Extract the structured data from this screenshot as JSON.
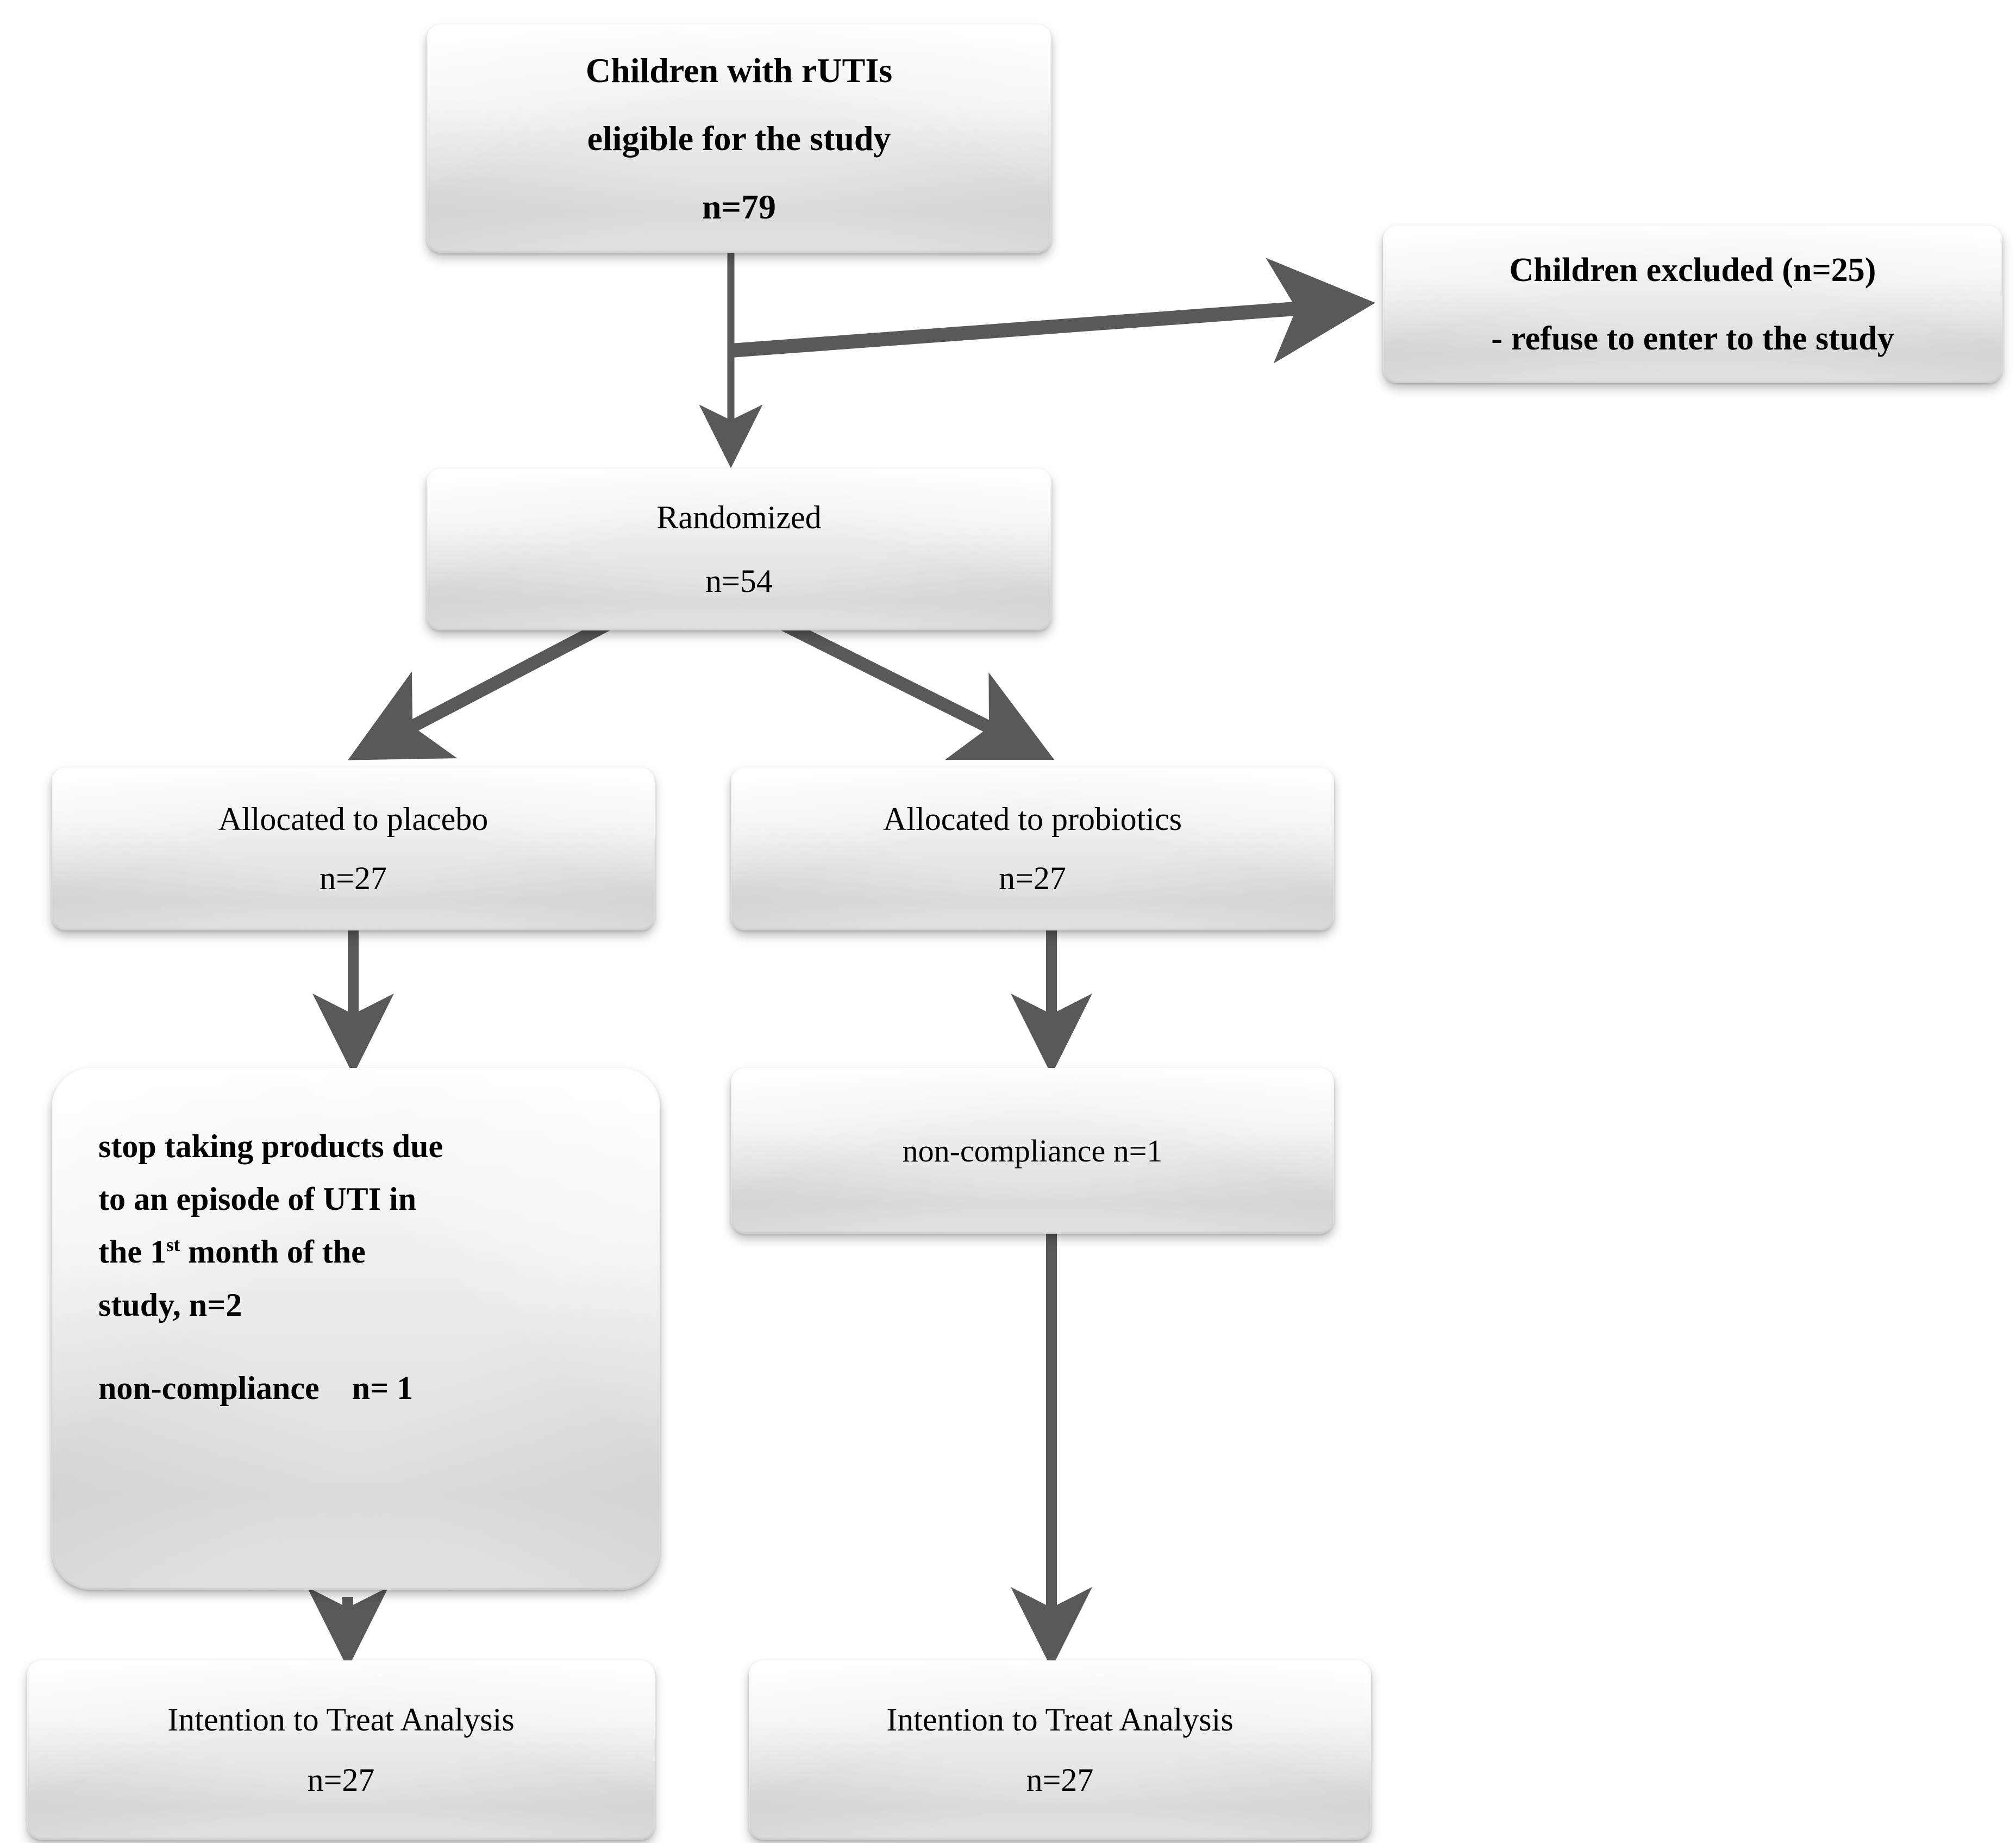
{
  "diagram": {
    "type": "consort-flow-diagram",
    "accent_color": "#595959",
    "box_fill": "#e8e8e8",
    "text_color": "#000000",
    "nodes": {
      "eligible": {
        "line1": "Children with rUTIs",
        "line2": "eligible for the study",
        "line3": "n=79"
      },
      "excluded": {
        "line1": "Children excluded (n=25)",
        "line2": "- refuse to enter to the study"
      },
      "randomized": {
        "line1": "Randomized",
        "line2": "n=54"
      },
      "allocated_placebo": {
        "line1": "Allocated to placebo",
        "line2": "n=27"
      },
      "allocated_probiotics": {
        "line1": "Allocated to probiotics",
        "line2": "n=27"
      },
      "placebo_dropouts": {
        "line1": "stop taking products due",
        "line2": "to an episode of UTI in",
        "line3_pre": "the 1",
        "line3_sup": "st",
        "line3_post": " month of the",
        "line4": "study, n=2",
        "line5": "non-compliance    n= 1"
      },
      "probiotics_dropouts": {
        "line1": "non-compliance n=1"
      },
      "itt_placebo": {
        "line1": "Intention to Treat Analysis",
        "line2": "n=27"
      },
      "itt_probiotics": {
        "line1": "Intention to Treat Analysis",
        "line2": "n=27"
      }
    },
    "edges": [
      {
        "name": "eligible-to-randomized",
        "from": "eligible",
        "to": "randomized",
        "style": "straight-down-arrow"
      },
      {
        "name": "eligible-to-excluded",
        "from": "eligible",
        "to": "excluded",
        "style": "elbow-right-arrow"
      },
      {
        "name": "randomized-to-placebo",
        "from": "randomized",
        "to": "allocated_placebo",
        "style": "diagonal-left-arrow"
      },
      {
        "name": "randomized-to-probiotics",
        "from": "randomized",
        "to": "allocated_probiotics",
        "style": "diagonal-right-arrow"
      },
      {
        "name": "placebo-to-dropouts",
        "from": "allocated_placebo",
        "to": "placebo_dropouts",
        "style": "straight-down-arrow"
      },
      {
        "name": "probiotics-to-dropouts",
        "from": "allocated_probiotics",
        "to": "probiotics_dropouts",
        "style": "straight-down-arrow"
      },
      {
        "name": "dropouts-to-itt-placebo",
        "from": "placebo_dropouts",
        "to": "itt_placebo",
        "style": "straight-down-arrow"
      },
      {
        "name": "dropouts-to-itt-probiotics",
        "from": "probiotics_dropouts",
        "to": "itt_probiotics",
        "style": "straight-down-arrow"
      }
    ]
  }
}
